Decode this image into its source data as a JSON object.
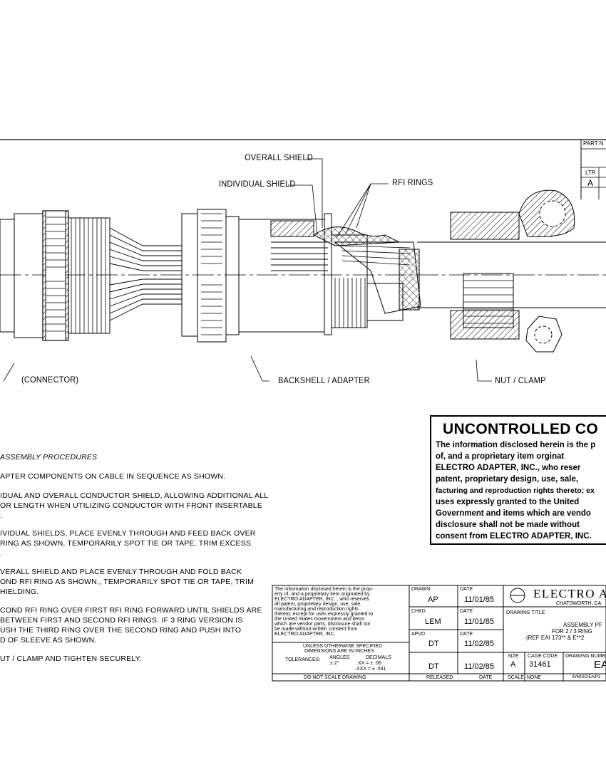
{
  "labels": {
    "overall_shield": "OVERALL SHIELD",
    "individual_shield": "INDIVIDUAL SHIELD",
    "rfi_rings": "RFI RINGS",
    "connector": "(CONNECTOR)",
    "backshell": "BACKSHELL / ADAPTER",
    "nut_clamp": "NUT / CLAMP"
  },
  "partno": {
    "header": "PART N",
    "ltr_label": "LTR",
    "ltr_value": "A"
  },
  "procedures": [
    "ASSEMBLY PROCEDURES",
    "APTER COMPONENTS ON CABLE IN SEQUENCE AS SHOWN.",
    "IDUAL AND OVERALL CONDUCTOR SHIELD, ALLOWING ADDITIONAL ALL",
    "OR LENGTH WHEN UTILIZING CONDUCTOR WITH FRONT INSERTABLE",
    ".",
    "IVIDUAL SHIELDS, PLACE EVENLY THROUGH AND FEED BACK OVER",
    " RING AS SHOWN, TEMPORARILY SPOT TIE OR TAPE. TRIM EXCESS",
    ".",
    "VERALL SHIELD AND PLACE EVENLY THROUGH AND FOLD BACK",
    "OND RFI RING AS SHOWN,, TEMPORARILY SPOT TIE OR TAPE, TRIM",
    "HIELDING.",
    "COND RFI RING OVER FIRST RFI RING FORWARD UNTIL SHIELDS ARE",
    " BETWEEN FIRST AND SECOND RFI RINGS. IF 3 RING VERSION IS",
    "USH THE THIRD RING OVER THE SECOND RING AND PUSH INTO",
    "D OF SLEEVE AS SHOWN.",
    "UT / CLAMP AND TIGHTEN SECURELY."
  ],
  "uncontrolled": {
    "title": "UNCONTROLLED CO",
    "lines": [
      "The information disclosed herein is the p",
      "of, and a proprietary item orginat",
      "ELECTRO ADAPTER, INC., who reser",
      "patent, proprietary design, use, sale,",
      "facturing and reproduction rights thereto; ex",
      "uses expressly granted to the United",
      "Government and items which are vendo",
      "disclosure shall not be made without",
      "consent from ELECTRO ADAPTER, INC."
    ]
  },
  "title_block": {
    "notice": [
      "The information disclosed herein is the prop-",
      "erty of, and a proprietary item originated by",
      "ELECTRO ADAPTER, INC. , who reserves",
      "all patent, proprietary design, use, sale,",
      "manufacturing and reproduction rights",
      "thereto; except for uses expressly granted to",
      "the United States Government and items",
      "which are vendor parts, disclosure shall not",
      "be made without written consent from",
      "ELECTRO ADAPTER, INC."
    ],
    "tolerance_header": [
      "UNLESS OTHERWISE SPECIFIED",
      "DIMENSIONS ARE IN INCHES"
    ],
    "tolerances_label": "TOLERANCES:",
    "angles_label": "ANGLES",
    "angles_value": "± 2°",
    "decimals_label": "DECIMALS",
    "dec1": ".XX  =  ± .06",
    "dec2": ".XXX  =  ± .031",
    "do_not_scale": "DO NOT SCALE DRAWING",
    "drawn_label": "DRAWN",
    "drawn_by": "AP",
    "drawn_date": "11/01/85",
    "chkd_label": "CHKD",
    "chkd_by": "LEM",
    "chkd_date": "11/01/85",
    "apvd_label": "APVD",
    "apvd_by": "DT",
    "apvd_date": "11/02/85",
    "released_by": "DT",
    "released_date": "11/02/85",
    "released_label": "RELEASED",
    "date_label": "DATE",
    "company": "ELECTRO  A",
    "location": "CHATSWORTH, CA",
    "drawing_title_label": "DRAWING TITLE",
    "title_lines": [
      "ASSEMBLY PF",
      "FOR 2 / 3 RING",
      "(REF EAI 173** & E**2"
    ],
    "size_label": "SIZE",
    "size_value": "A",
    "cage_label": "CAGE CODE",
    "cage_value": "31461",
    "dwg_label": "DRAWING NUMB",
    "dwg_value": "EA",
    "scale": "SCALE:  NONE",
    "path": "/0/MISC/EAIP2"
  }
}
